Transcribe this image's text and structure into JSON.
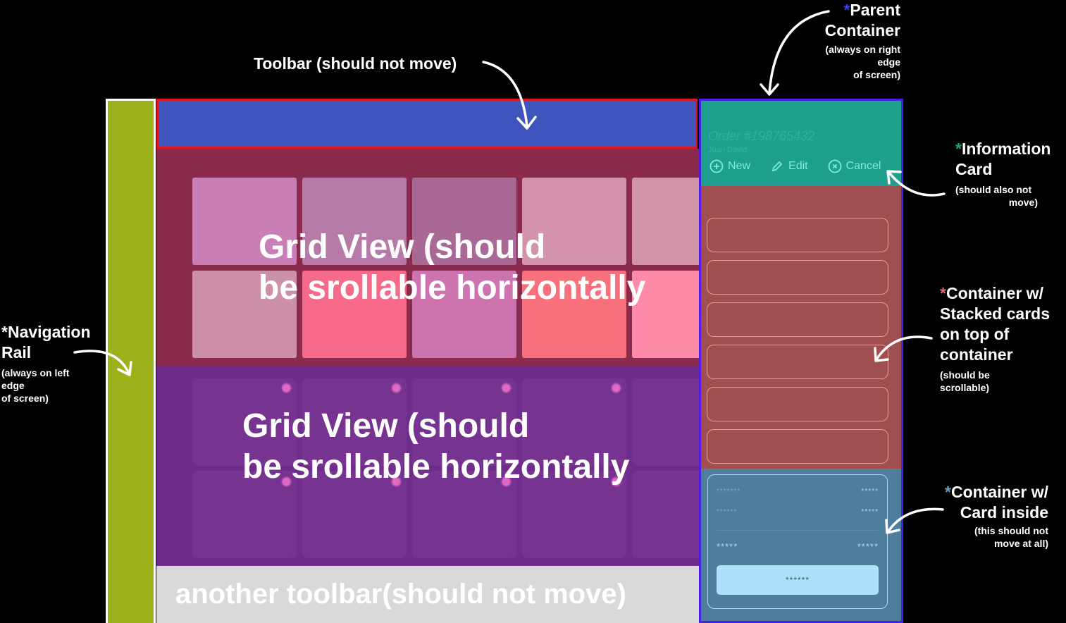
{
  "toolbar_annotation": "Toolbar (should not move)",
  "grid_label_1": [
    "Grid View (should",
    "be srollable horizontally"
  ],
  "grid_label_2": [
    "Grid View (should",
    "be srollable horizontally"
  ],
  "bottom_toolbar": "another toolbar(should not move)",
  "info_card": {
    "order": "Order #198765432",
    "customer": "Juan David",
    "actions": [
      "New",
      "Edit",
      "Cancel"
    ]
  },
  "bottom_card": {
    "row1": [
      "*******",
      "*****"
    ],
    "row2": [
      "******",
      "*****"
    ],
    "total": [
      "*****",
      "*****"
    ],
    "button": "******"
  },
  "annotations": {
    "parent": {
      "star": "*",
      "title": [
        "Parent",
        "Container"
      ],
      "sub": [
        "(always on right",
        "edge",
        "of screen)"
      ]
    },
    "info": {
      "star": "*",
      "title": [
        "Information",
        "Card"
      ],
      "sub": [
        "(should also not",
        "move)"
      ]
    },
    "nav": {
      "star": "*",
      "title": [
        "Navigation",
        "Rail"
      ],
      "sub": [
        "(always on left",
        "edge",
        "of screen)"
      ]
    },
    "stacked": {
      "star": "*",
      "title": [
        "Container w/",
        "Stacked cards",
        "on top of",
        "container"
      ],
      "sub": [
        "(should be",
        "scrollable)"
      ]
    },
    "cardinside": {
      "star": "*",
      "title": [
        "Container w/",
        "Card inside"
      ],
      "sub": [
        "(this should not",
        "move at all)"
      ]
    }
  },
  "colors": {
    "rail": "#9db21a",
    "toolbar": "#3f55be",
    "grid1": "#8a2a4c",
    "grid2": "#6e2d8a",
    "panel_border": "#4a1ee8",
    "info": "#1fa08e",
    "stack": "#a04e50",
    "bottom": "#4e7e9c"
  }
}
